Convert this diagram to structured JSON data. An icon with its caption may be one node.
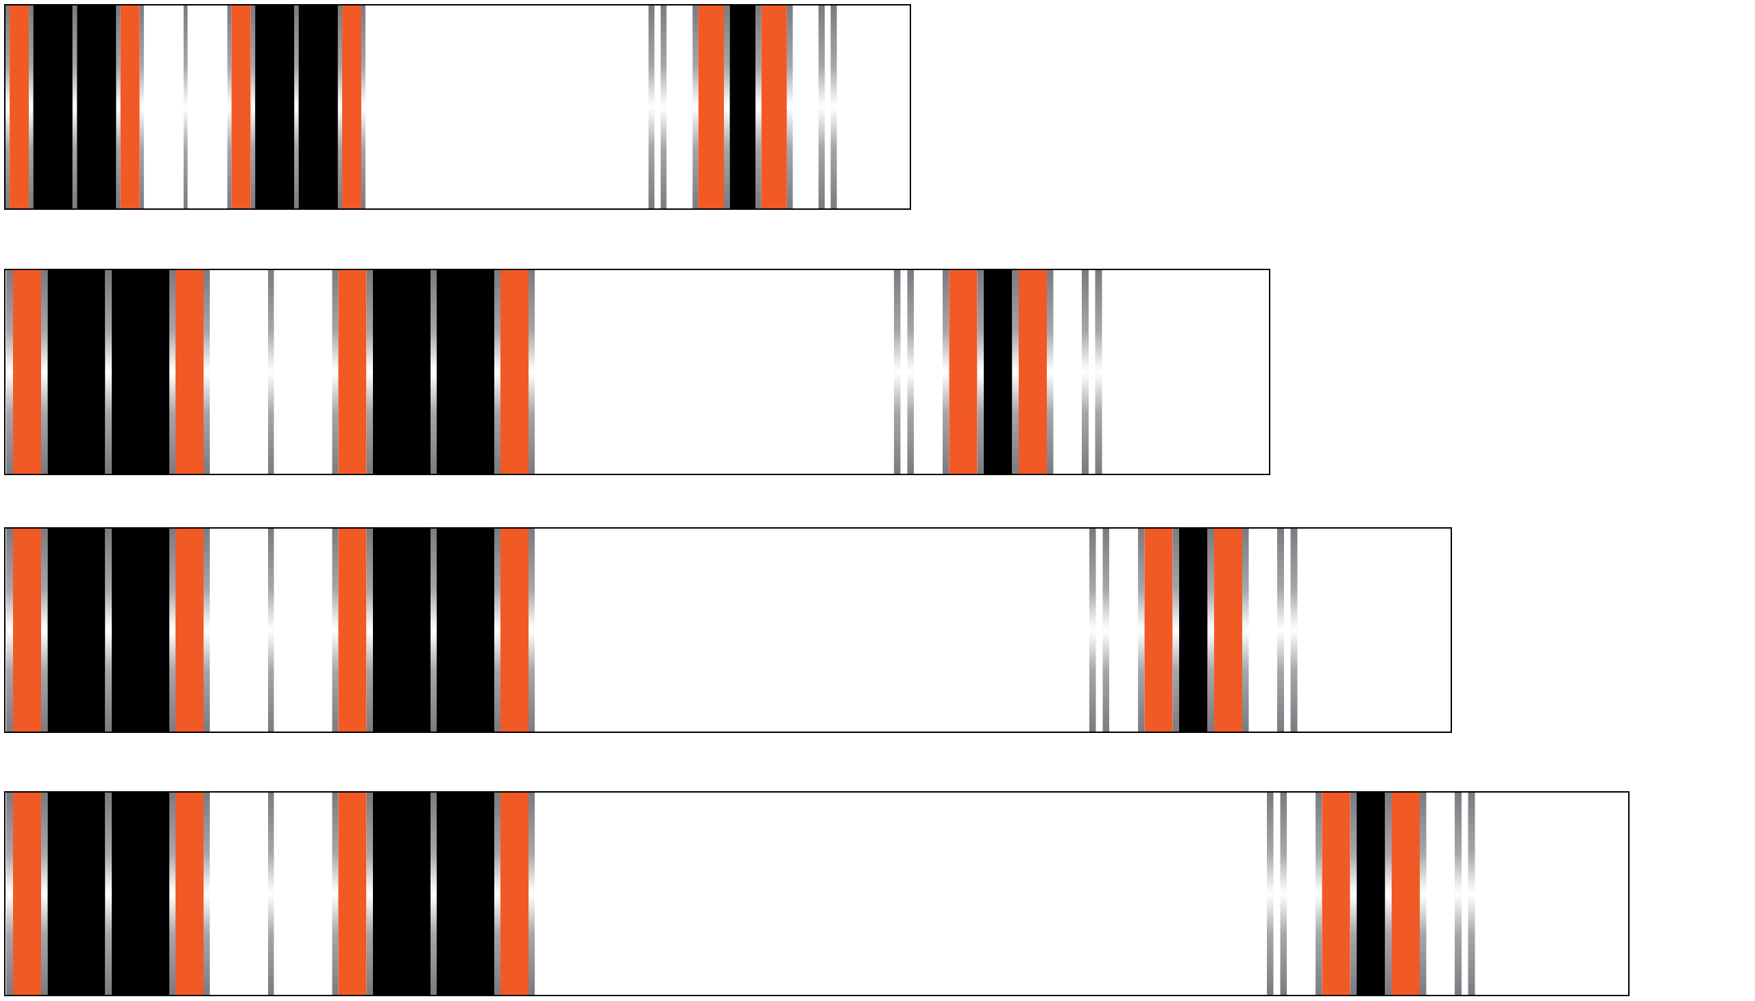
{
  "diagram": {
    "nodes": [
      {
        "text": [],
        "shape": "bar"
      },
      {
        "text": [],
        "shape": "bar"
      },
      {
        "text": [],
        "shape": "bar"
      },
      {
        "text": [],
        "shape": "bar"
      }
    ]
  }
}
